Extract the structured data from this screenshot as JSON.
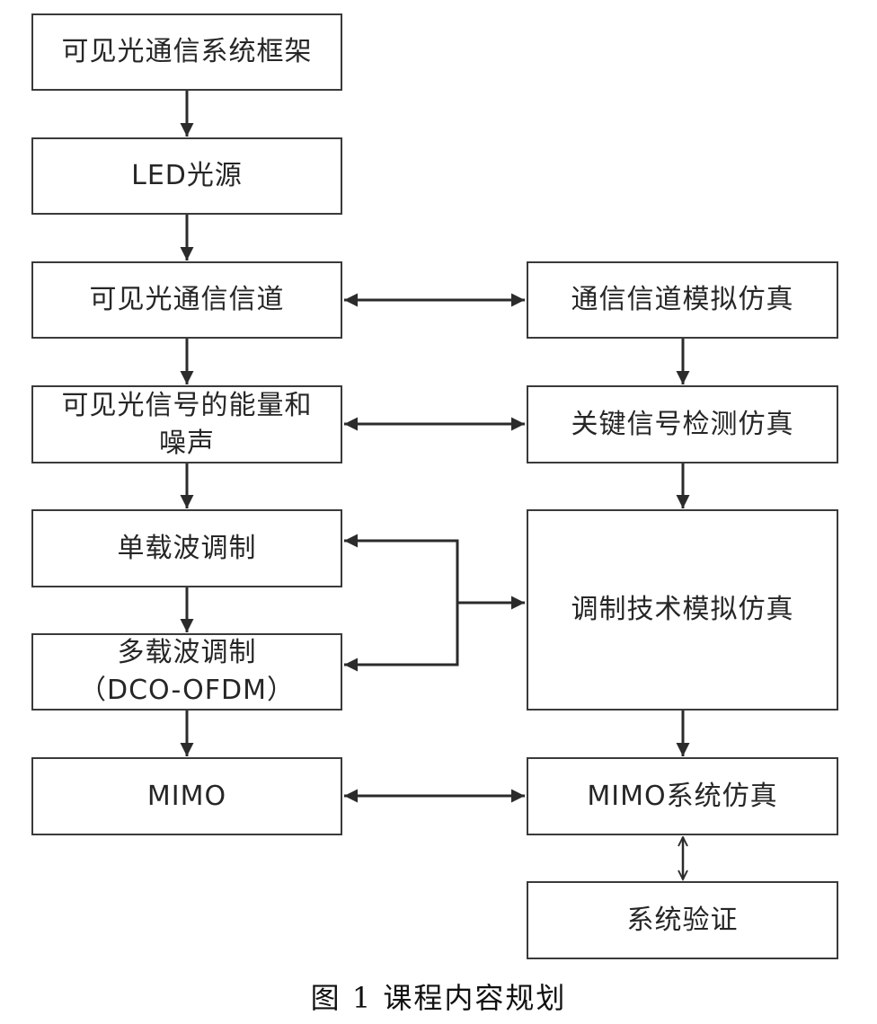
{
  "diagram": {
    "left_column": [
      {
        "id": "framework",
        "label": "可见光通信系统框架"
      },
      {
        "id": "led",
        "label": "LED光源"
      },
      {
        "id": "channel",
        "label": "可见光通信信道"
      },
      {
        "id": "energy_noise",
        "label": "可见光信号的能量和\n噪声"
      },
      {
        "id": "single_carrier",
        "label": "单载波调制"
      },
      {
        "id": "multi_carrier",
        "label": "多载波调制\n（DCO-OFDM）"
      },
      {
        "id": "mimo",
        "label": "MIMO"
      }
    ],
    "right_column": [
      {
        "id": "channel_sim",
        "label": "通信信道模拟仿真"
      },
      {
        "id": "signal_detect_sim",
        "label": "关键信号检测仿真"
      },
      {
        "id": "modulation_sim",
        "label": "调制技术模拟仿真"
      },
      {
        "id": "mimo_sim",
        "label": "MIMO系统仿真"
      },
      {
        "id": "verification",
        "label": "系统验证"
      }
    ],
    "connections": [
      {
        "from": "framework",
        "to": "led",
        "type": "arrow"
      },
      {
        "from": "led",
        "to": "channel",
        "type": "arrow"
      },
      {
        "from": "channel",
        "to": "energy_noise",
        "type": "arrow"
      },
      {
        "from": "energy_noise",
        "to": "single_carrier",
        "type": "arrow"
      },
      {
        "from": "single_carrier",
        "to": "multi_carrier",
        "type": "arrow"
      },
      {
        "from": "multi_carrier",
        "to": "mimo",
        "type": "arrow"
      },
      {
        "from": "channel",
        "to": "channel_sim",
        "type": "bidirectional"
      },
      {
        "from": "energy_noise",
        "to": "signal_detect_sim",
        "type": "bidirectional"
      },
      {
        "from": "modulation_sim",
        "to": [
          "single_carrier",
          "multi_carrier"
        ],
        "type": "bidirectional-branch"
      },
      {
        "from": "mimo",
        "to": "mimo_sim",
        "type": "bidirectional"
      },
      {
        "from": "channel_sim",
        "to": "signal_detect_sim",
        "type": "arrow"
      },
      {
        "from": "signal_detect_sim",
        "to": "modulation_sim",
        "type": "arrow"
      },
      {
        "from": "modulation_sim",
        "to": "mimo_sim",
        "type": "arrow"
      },
      {
        "from": "mimo_sim",
        "to": "verification",
        "type": "bidirectional-open"
      }
    ],
    "line_color": "#2b2b2b"
  },
  "caption": "图 1  课程内容规划"
}
